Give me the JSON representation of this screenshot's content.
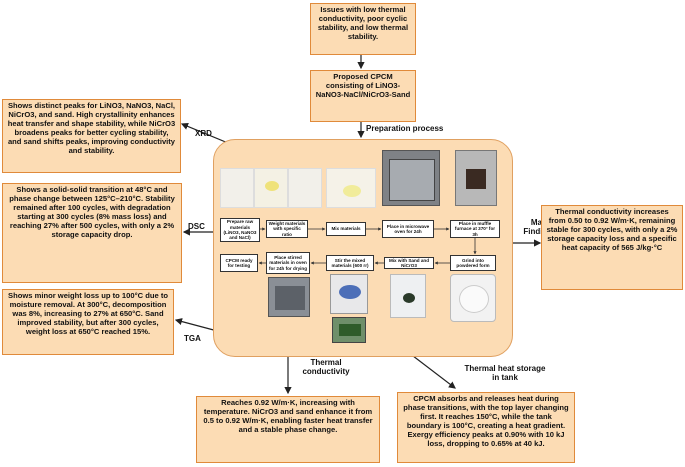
{
  "issues": "Issues with low thermal conductivity, poor cyclic stability, and low thermal stability.",
  "proposed": "Proposed CPCM consisting of LiNO3-NaNO3-NaCl/NiCrO3-Sand",
  "labels": {
    "preparation": "Preparation process",
    "xrd": "XRD",
    "dsc": "DSC",
    "tga": "TGA",
    "main_findings": "Main Findings",
    "thermal_conductivity": "Thermal conductivity",
    "thermal_heat_storage": "Thermal heat storage in tank"
  },
  "xrd_text": "Shows distinct peaks for LiNO3, NaNO3, NaCl, NiCrO3, and sand. High crystallinity enhances heat transfer and shape stability, while NiCrO3 broadens peaks for better cycling stability, and sand shifts peaks, improving conductivity and stability.",
  "dsc_text": "Shows a solid-solid transition at 48°C and phase change between 125°C–210°C. Stability remained after 100 cycles, with degradation starting at 300 cycles (8% mass loss) and reaching 27% after 500 cycles, with only a 2% storage capacity drop.",
  "tga_text": "Shows minor weight loss up to 100°C due to moisture removal. At 300°C, decomposition was 8%, increasing to 27% at 650°C. Sand improved stability, but after 300 cycles, weight loss at 650°C reached 15%.",
  "findings_text": "Thermal conductivity increases from 0.50 to 0.92 W/m·K, remaining stable for 300 cycles, with only a 2% storage capacity loss and a specific heat capacity of 565 J/kg·°C",
  "conductivity_text": "Reaches 0.92 W/m·K, increasing with temperature. NiCrO3 and sand enhance it from 0.5 to 0.92 W/m·K, enabling faster heat transfer and a stable phase change.",
  "storage_text": "CPCM absorbs and releases heat during phase transitions, with the top layer changing first. It reaches 150°C, while the tank boundary is 100°C, creating a heat gradient. Exergy efficiency peaks at 0.90% with 10 kJ loss, dropping to 0.65% at 40 kJ.",
  "steps": {
    "s1": "Prepare raw materials (LiNO3, NaNO3 and NaCl)",
    "s2": "Weight materials with specific ratio",
    "s3": "Mix materials",
    "s4": "Place in microwave oven for 24h",
    "s5": "Place in muffle furnace at 370° for 3h",
    "s6": "Grind into powdered form",
    "s7": "Mix with Sand and NiCrO3",
    "s8": "Stir the mixed materials (600 rr)",
    "s9": "Place stirred materials in oven for 24h for drying",
    "s10": "CPCM ready for testing"
  },
  "colors": {
    "box_fill": "#fcdcb4",
    "box_border": "#e08a3a",
    "arrow": "#222222"
  }
}
